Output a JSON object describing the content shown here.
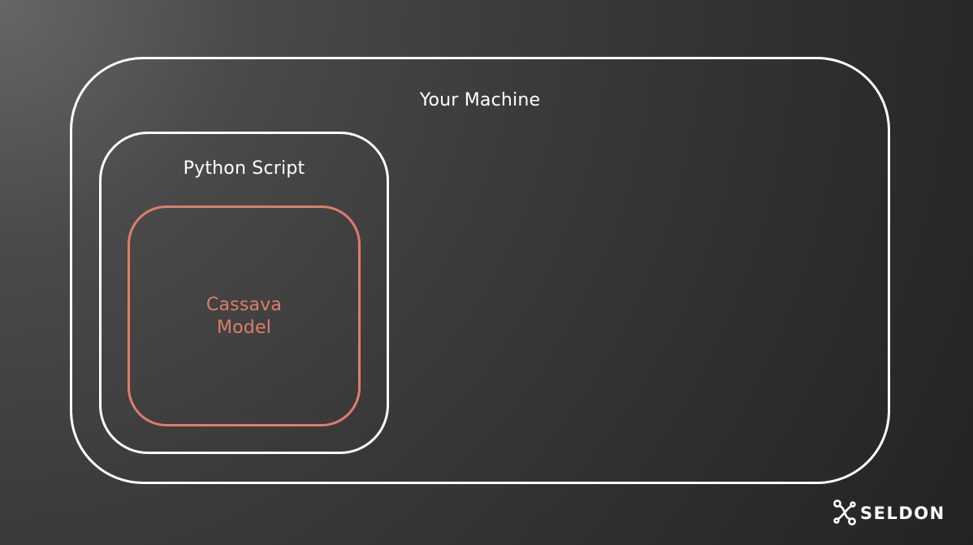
{
  "diagram": {
    "outer": {
      "label": "Your Machine"
    },
    "middle": {
      "label": "Python Script"
    },
    "inner": {
      "label_line1": "Cassava",
      "label_line2": "Model"
    }
  },
  "logo": {
    "text": "SELDON",
    "icon": "seldon-logo-icon"
  },
  "colors": {
    "accent": "#de7e6a",
    "outline": "#ffffff",
    "background_light": "#666666",
    "background_dark": "#232323"
  }
}
